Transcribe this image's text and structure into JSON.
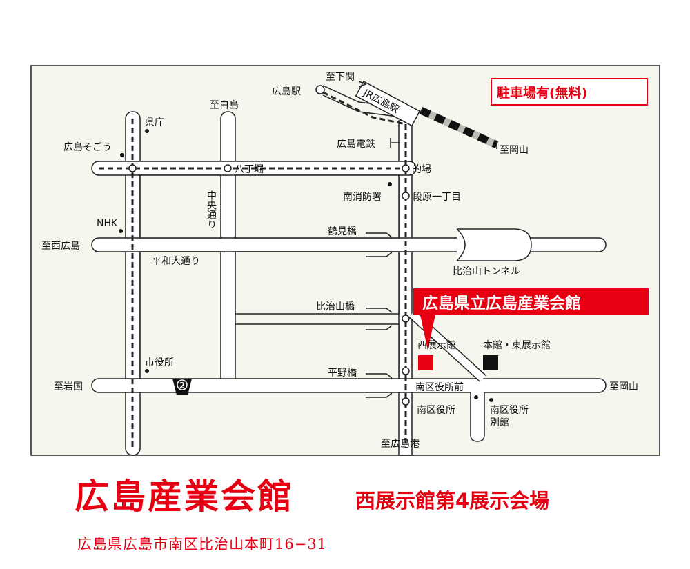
{
  "map": {
    "parking": "駐車場有(無料)",
    "venue_callout": "広島県立広島産業会館",
    "jr_line": "JR広島駅",
    "labels": {
      "to_shimonoseki": "至下関",
      "hiroshima_station": "広島駅",
      "to_hakushima": "至白島",
      "kencho": "県庁",
      "sogo": "広島そごう",
      "hatchobori": "八丁堀",
      "hiroden": "広島電鉄",
      "matoba": "的場",
      "minami_fire": "南消防署",
      "danbara": "段原一丁目",
      "chuo_dori": "中央通り",
      "nhk": "NHK",
      "tsurumi_bashi": "鶴見橋",
      "to_nishihiroshima": "至西広島",
      "heiwa_odori": "平和大通り",
      "hijiyama_tunnel": "比治山トンネル",
      "hijiyama_bashi": "比治山橋",
      "west_hall": "西展示館",
      "main_east_hall": "本館・東展示館",
      "city_hall": "市役所",
      "hirano_bashi": "平野橋",
      "to_iwakuni": "至岩国",
      "route_number": "2",
      "minami_ward_mae": "南区役所前",
      "to_okayama_east": "至岡山",
      "minami_ward": "南区役所",
      "minami_ward_annex_1": "南区役所",
      "minami_ward_annex_2": "別館",
      "to_hiroshima_port": "至広島港",
      "to_okayama_rail": "至岡山"
    }
  },
  "footer": {
    "title": "広島産業会館",
    "subtitle": "西展示館第4展示会場",
    "address": "広島県広島市南区比治山本町16−31"
  },
  "colors": {
    "accent": "#e60012",
    "map_bg": "#f6f5ee",
    "ink": "#111111"
  }
}
